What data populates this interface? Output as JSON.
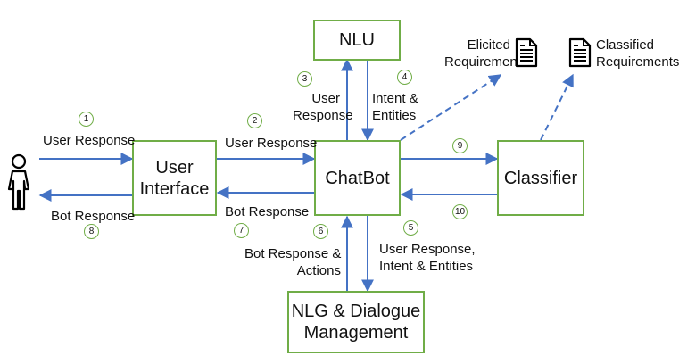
{
  "boxes": {
    "nlu": "NLU",
    "user_interface": [
      "User",
      "Interface"
    ],
    "chatbot": "ChatBot",
    "classifier": "Classifier",
    "nlg": [
      "NLG & Dialogue",
      "Management"
    ]
  },
  "documents": {
    "elicited": [
      "Elicited",
      "Requirements"
    ],
    "classified": [
      "Classified",
      "Requirements"
    ]
  },
  "edges": [
    {
      "step": "1",
      "label": [
        "User Response"
      ]
    },
    {
      "step": "2",
      "label": [
        "User Response"
      ]
    },
    {
      "step": "3",
      "label": [
        "User",
        "Response"
      ]
    },
    {
      "step": "4",
      "label": [
        "Intent &",
        "Entities"
      ]
    },
    {
      "step": "5",
      "label": [
        "User Response,",
        "Intent & Entities"
      ]
    },
    {
      "step": "6",
      "label": [
        "Bot Response &",
        "Actions"
      ]
    },
    {
      "step": "7",
      "label": [
        "Bot Response"
      ]
    },
    {
      "step": "8",
      "label": [
        "Bot Response"
      ]
    },
    {
      "step": "9",
      "label": []
    },
    {
      "step": "10",
      "label": []
    }
  ],
  "colors": {
    "box_border": "#70ad47",
    "arrow": "#4472c4",
    "step_circle": "#70ad47"
  },
  "icons": {
    "actor": "person-icon",
    "document": "document-icon"
  }
}
